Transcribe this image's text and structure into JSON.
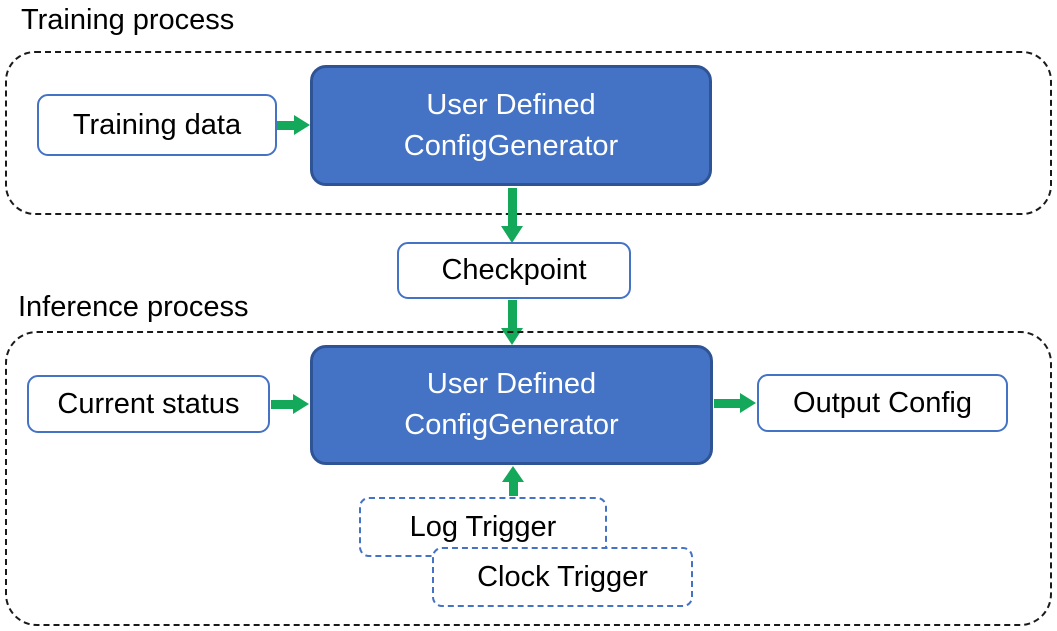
{
  "colors": {
    "canvas-bg": "#ffffff",
    "container-border": "#1a1a1a",
    "box-fill": "#ffffff",
    "box-border": "#4472c4",
    "generator-fill": "#4472c4",
    "generator-border": "#2f5496",
    "arrow-green": "#14a85a",
    "text-dark": "#000000",
    "text-light": "#ffffff",
    "trigger-border": "#4472c4"
  },
  "training": {
    "section_label": "Training process",
    "input_box_label": "Training data",
    "generator_line1": "User Defined",
    "generator_line2": "ConfigGenerator"
  },
  "checkpoint_label": "Checkpoint",
  "inference": {
    "section_label": "Inference process",
    "input_box_label": "Current status",
    "generator_line1": "User Defined",
    "generator_line2": "ConfigGenerator",
    "output_box_label": "Output Config",
    "log_trigger_label": "Log Trigger",
    "clock_trigger_label": "Clock Trigger"
  }
}
